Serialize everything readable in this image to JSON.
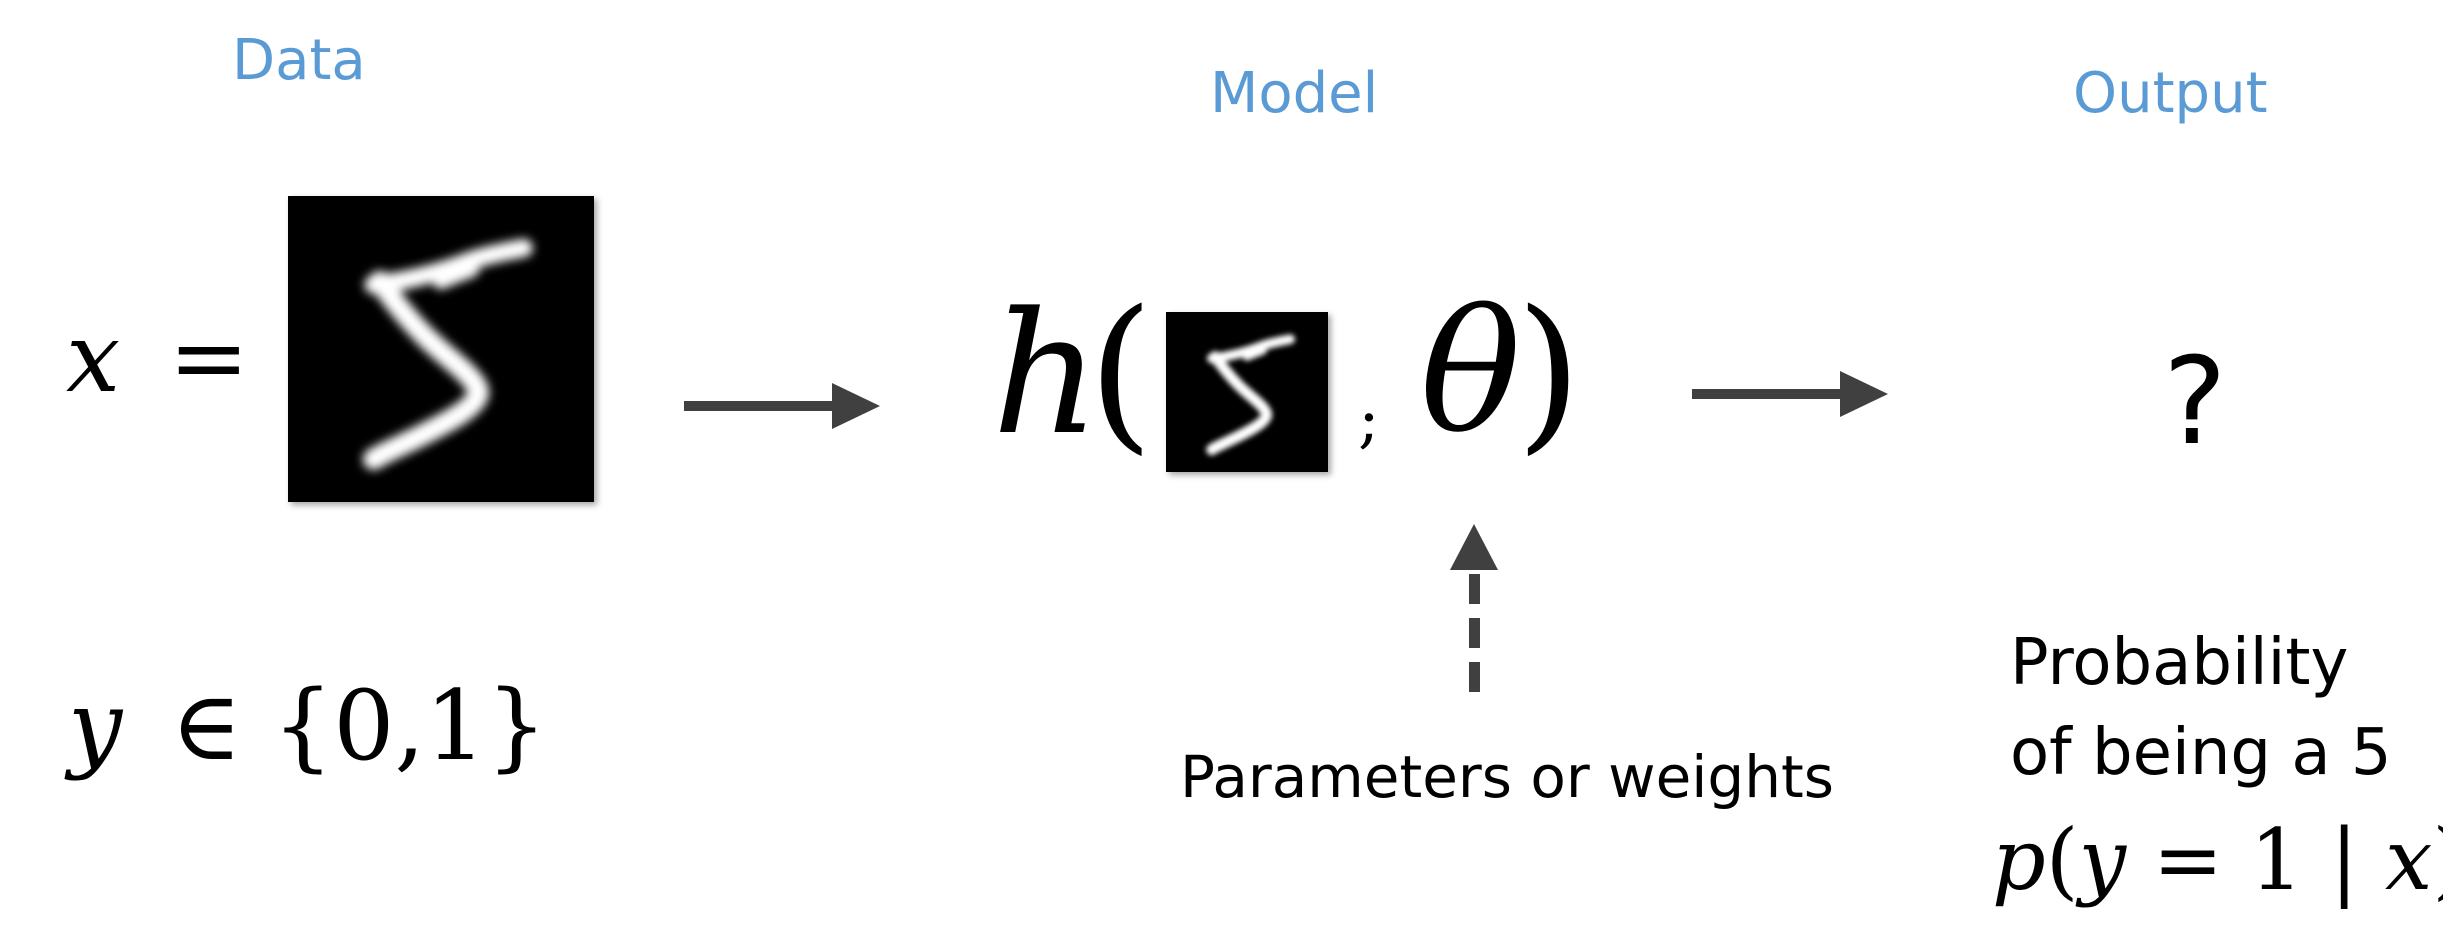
{
  "headings": {
    "data": "Data",
    "model": "Model",
    "output": "Output"
  },
  "data_section": {
    "x_var": "x",
    "x_equals": "=",
    "y_var": "y",
    "y_set": "∈ {0,1}",
    "digit_image": "handwritten digit 5"
  },
  "model_section": {
    "h_func": "h",
    "open_paren": "(",
    "separator": ";",
    "theta": "θ",
    "close_paren": ")",
    "parameters_label": "Parameters or weights"
  },
  "output_section": {
    "question_mark": "?",
    "probability_line1": "Probability",
    "probability_line2": "of being a 5",
    "formula_p": "p",
    "formula_open": "(",
    "formula_y": "y",
    "formula_eq": "= 1 |",
    "formula_x": "x",
    "formula_close": ")"
  },
  "colors": {
    "heading": "#5b9bd5",
    "arrow": "#404040",
    "text": "#000000"
  },
  "icons": {
    "input_arrow": "right-arrow-icon",
    "output_arrow": "right-arrow-icon",
    "param_arrow": "dashed-up-arrow-icon"
  }
}
